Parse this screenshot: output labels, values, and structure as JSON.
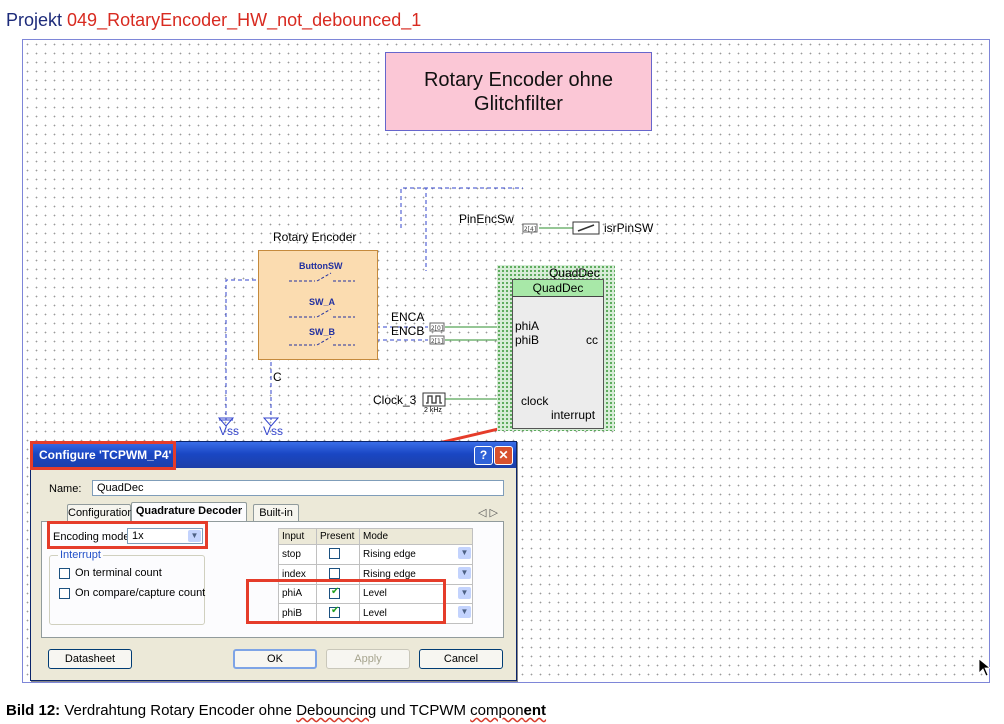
{
  "header": {
    "prefix": "Projekt ",
    "project_name": "049_RotaryEncoder_HW_not_debounced_1"
  },
  "schematic": {
    "title_line1": "Rotary Encoder ohne",
    "title_line2": "Glitchfilter",
    "encoder": {
      "label": "Rotary Encoder",
      "button_sw": "ButtonSW",
      "sw_a": "SW_A",
      "sw_b": "SW_B",
      "common": "C"
    },
    "nets": {
      "pin_enc_sw": "PinEncSw",
      "isr": "isrPinSW",
      "enca": "ENCA",
      "encb": "ENCB",
      "vss1": "Vss",
      "vss2": "Vss",
      "pin_tag": "2[4]",
      "pin_tag_a": "2[0]",
      "pin_tag_b": "2[1]"
    },
    "quad": {
      "instance": "QuadDec",
      "component": "QuadDec",
      "phiA": "phiA",
      "phiB": "phiB",
      "cc": "cc",
      "clock": "clock",
      "interrupt": "interrupt"
    },
    "clock": {
      "name": "Clock_3",
      "freq": "2 kHz"
    }
  },
  "dialog": {
    "title": "Configure 'TCPWM_P4'",
    "help_label": "?",
    "close_label": "✕",
    "name_label": "Name:",
    "name_value": "QuadDec",
    "tabs": [
      {
        "label": "Configuration"
      },
      {
        "label": "Quadrature Decoder"
      },
      {
        "label": "Built-in"
      }
    ],
    "tab_nav": "◁ ▷",
    "encoding_label": "Encoding mode:",
    "encoding_value": "1x",
    "interrupt_group": "Interrupt",
    "on_terminal_count": "On terminal count",
    "on_compare_capture": "On compare/capture count",
    "grid_headers": [
      "Input",
      "Present",
      "Mode"
    ],
    "grid_rows": [
      {
        "input": "stop",
        "present": false,
        "mode": "Rising edge"
      },
      {
        "input": "index",
        "present": false,
        "mode": "Rising edge"
      },
      {
        "input": "phiA",
        "present": true,
        "mode": "Level"
      },
      {
        "input": "phiB",
        "present": true,
        "mode": "Level"
      }
    ],
    "buttons": {
      "datasheet": "Datasheet",
      "ok": "OK",
      "apply": "Apply",
      "cancel": "Cancel"
    }
  },
  "caption": {
    "label": "Bild 12:",
    "text_a": " Verdrahtung Rotary Encoder ohne ",
    "word_debouncing": "Debouncing",
    "text_b": " und TCPWM ",
    "word_compo": "compon",
    "word_ent": "ent"
  },
  "colors": {
    "accent_red": "#e53c2a",
    "net_blue": "#3344cc",
    "net_green": "#2e8f2e"
  }
}
